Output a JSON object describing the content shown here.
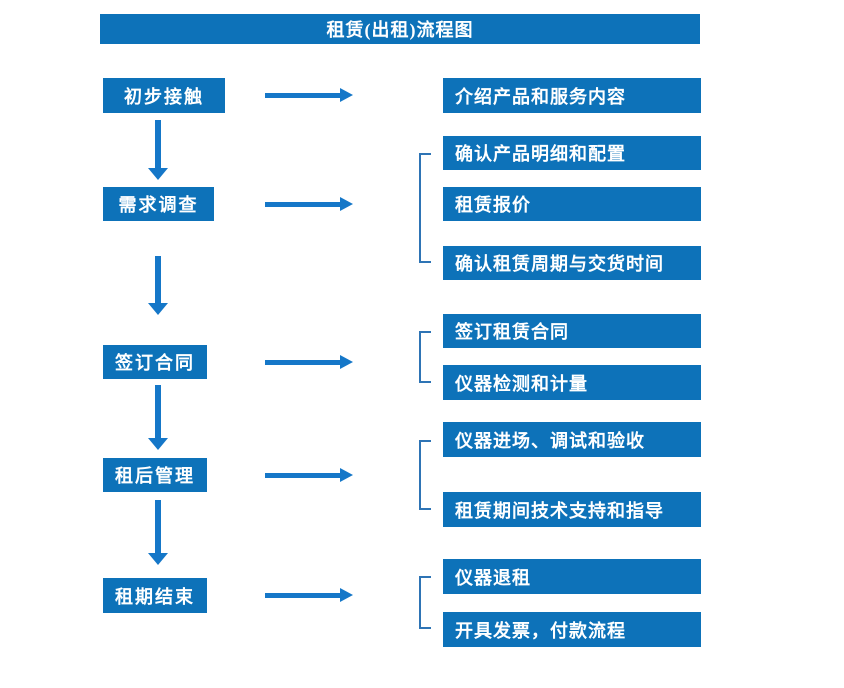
{
  "title": "租赁(出租)流程图",
  "colors": {
    "box_blue": "#0d72b9",
    "arrow_blue": "#1577c8",
    "bracket_blue": "#2e74b5",
    "text_white": "#ffffff"
  },
  "steps": [
    {
      "label": "初步接触",
      "details": [
        "介绍产品和服务内容"
      ]
    },
    {
      "label": "需求调查",
      "details": [
        "确认产品明细和配置",
        "租赁报价",
        "确认租赁周期与交货时间"
      ]
    },
    {
      "label": "签订合同",
      "details": [
        "签订租赁合同",
        "仪器检测和计量"
      ]
    },
    {
      "label": "租后管理",
      "details": [
        "仪器进场、调试和验收",
        "租赁期间技术支持和指导"
      ]
    },
    {
      "label": "租期结束",
      "details": [
        "仪器退租",
        "开具发票，付款流程"
      ]
    }
  ]
}
